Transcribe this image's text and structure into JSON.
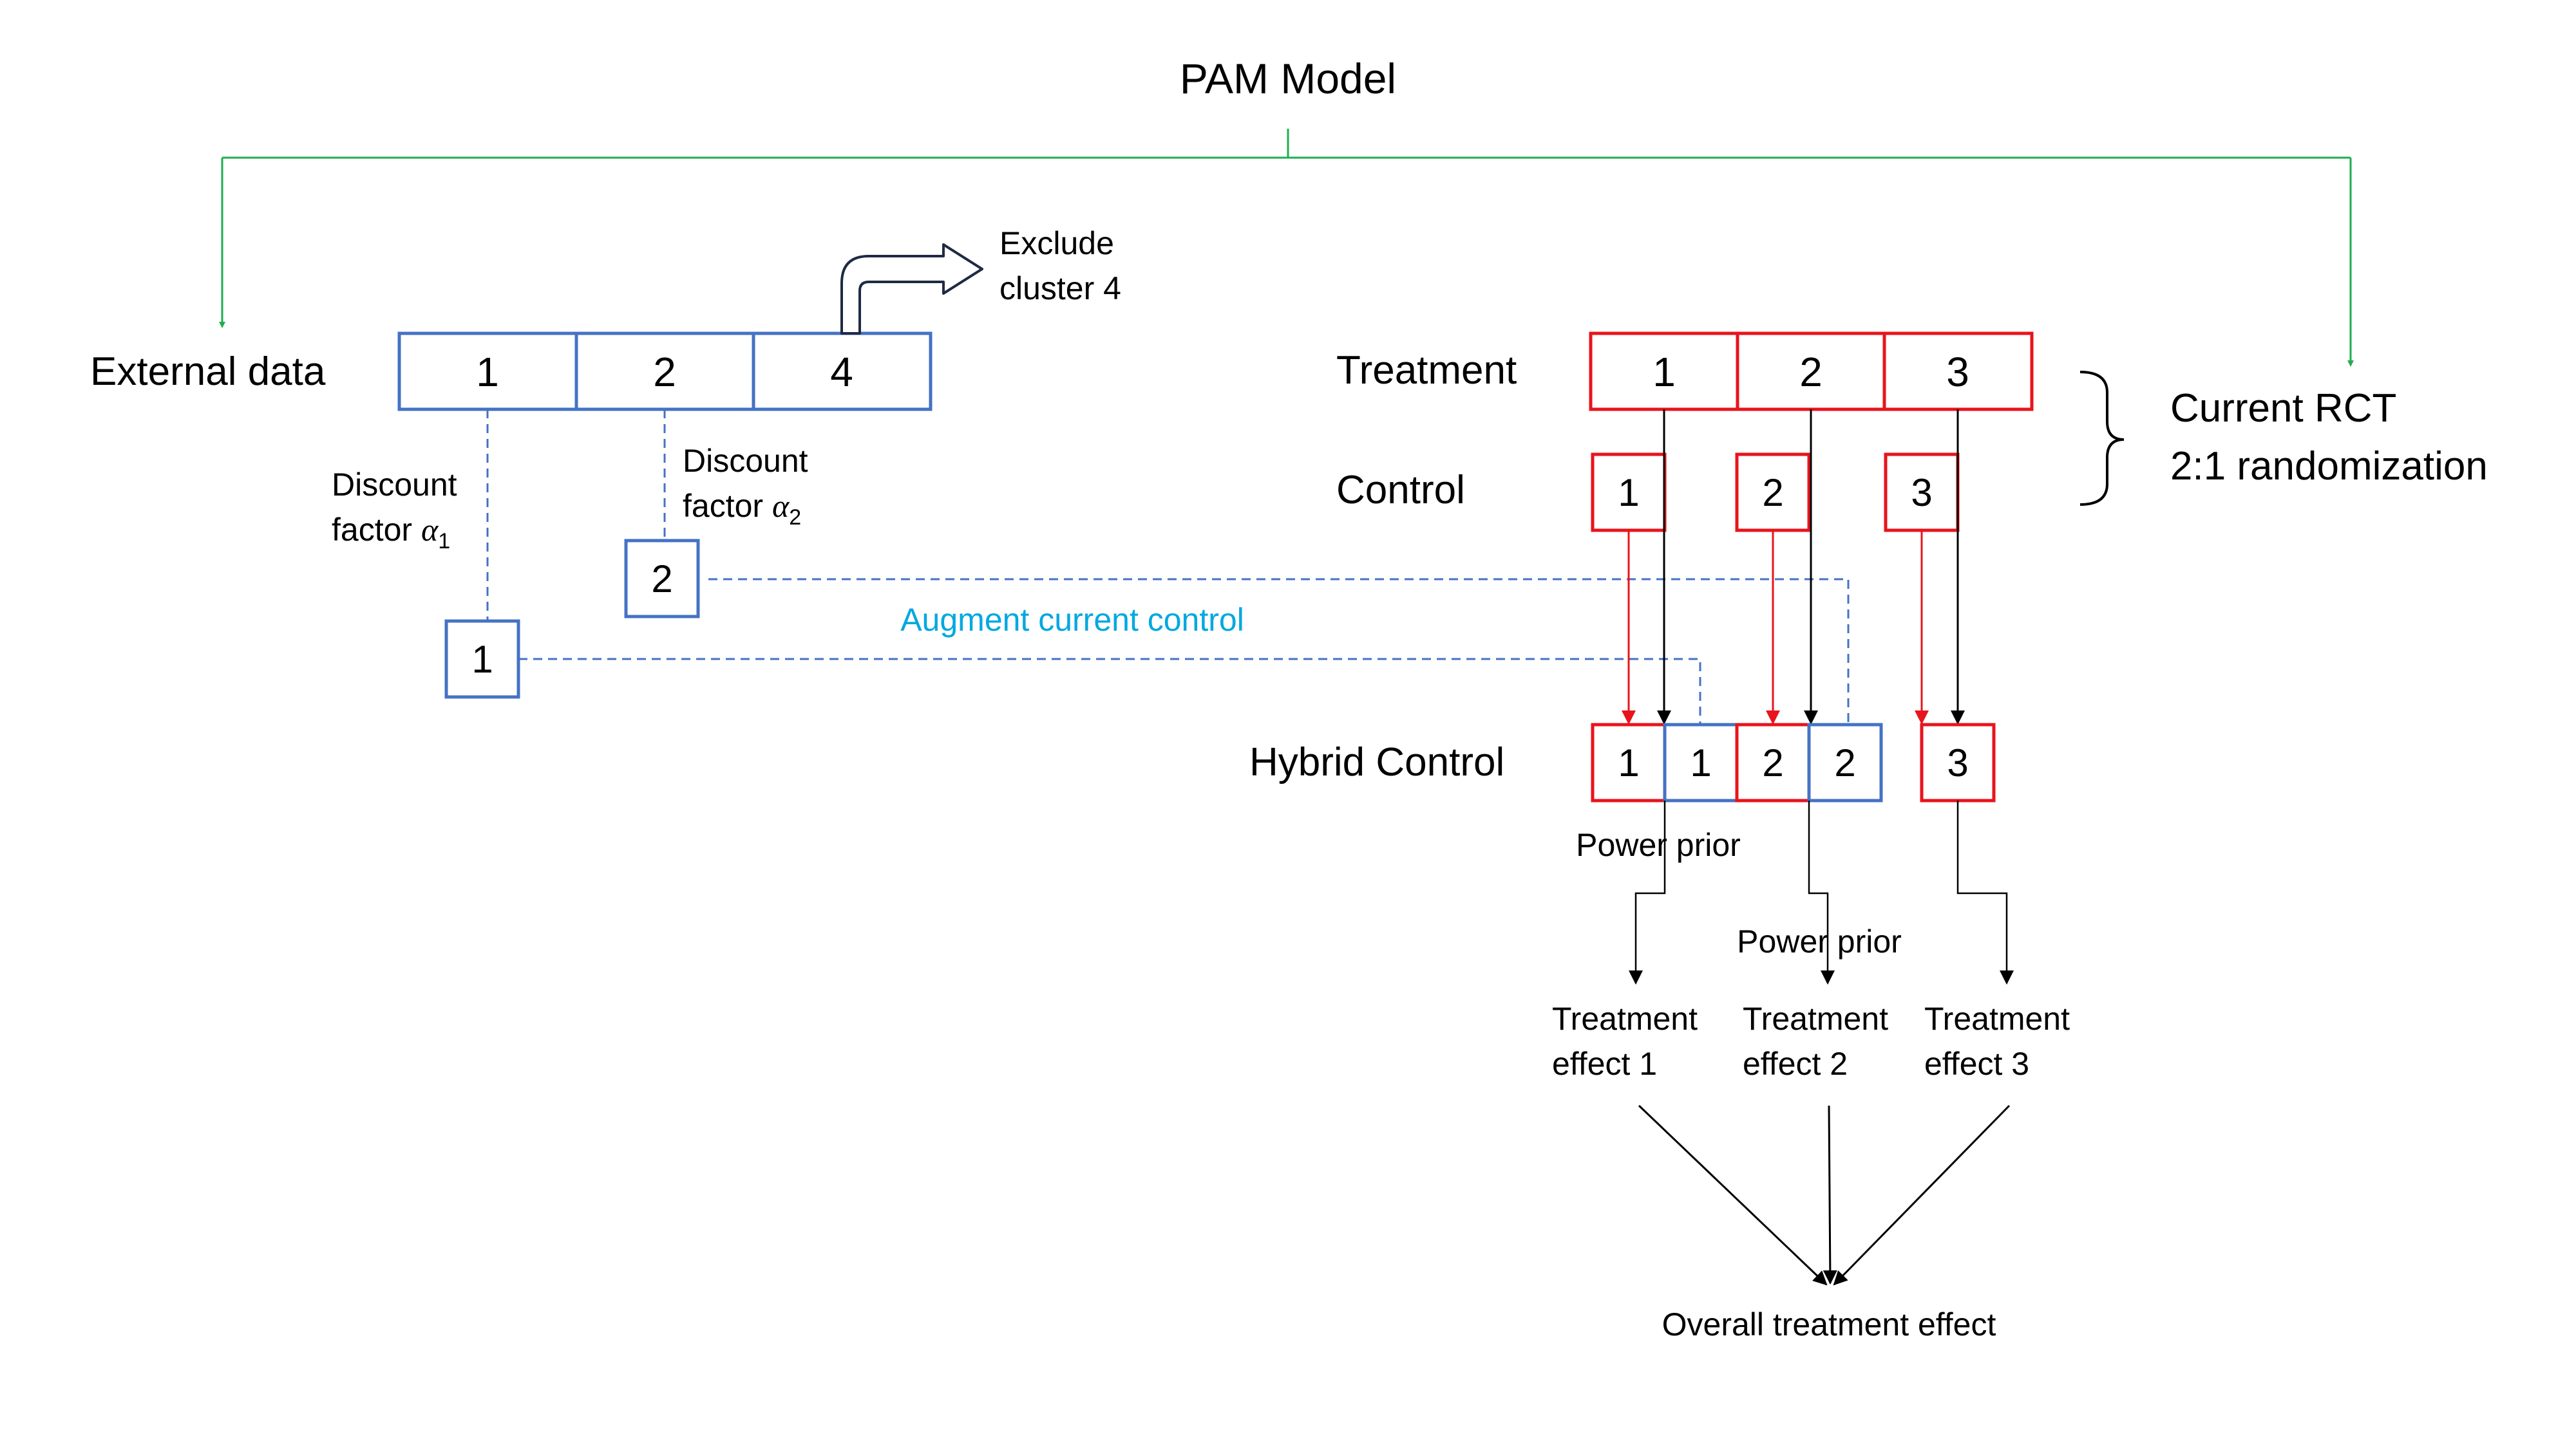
{
  "title": "PAM Model",
  "external": {
    "label": "External data",
    "clusters": [
      "1",
      "2",
      "4"
    ],
    "exclude_line1": "Exclude",
    "exclude_line2": "cluster 4",
    "discount1_line1": "Discount",
    "discount1_line2": "factor",
    "discount1_alpha": "α",
    "discount1_sub": "1",
    "discount2_line1": "Discount",
    "discount2_line2": "factor",
    "discount2_alpha": "α",
    "discount2_sub": "2",
    "weighted_clusters": [
      "1",
      "2"
    ],
    "augment_label": "Augment current control"
  },
  "rct": {
    "treatment_label": "Treatment",
    "control_label": "Control",
    "treatment_clusters": [
      "1",
      "2",
      "3"
    ],
    "control_clusters": [
      "1",
      "2",
      "3"
    ],
    "brace_line1": "Current RCT",
    "brace_line2": "2:1 randomization"
  },
  "hybrid": {
    "label": "Hybrid Control",
    "cells": [
      "1",
      "1",
      "2",
      "2",
      "3"
    ],
    "power_prior_1": "Power prior",
    "power_prior_2": "Power prior"
  },
  "effects": [
    {
      "line1": "Treatment",
      "line2": "effect 1"
    },
    {
      "line1": "Treatment",
      "line2": "effect 2"
    },
    {
      "line1": "Treatment",
      "line2": "effect 3"
    }
  ],
  "overall": "Overall treatment effect",
  "colors": {
    "green": "#1fae4f",
    "blue": "#4472c4",
    "red": "#e8141c",
    "cyan": "#00a8e0",
    "black": "#000000"
  }
}
